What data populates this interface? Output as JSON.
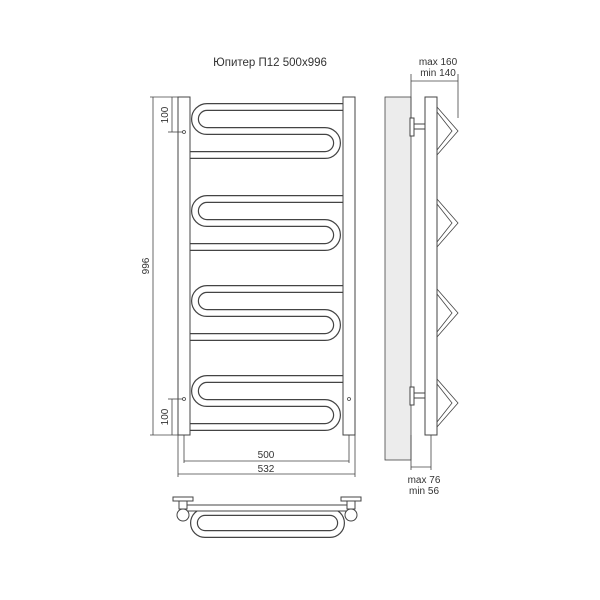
{
  "title": "Юпитер П12 500x996",
  "dimensions": {
    "height_total": "996",
    "top_offset": "100",
    "bottom_offset": "100",
    "width_axis": "500",
    "width_total": "532",
    "depth_max": "max 160",
    "depth_min": "min 140",
    "wall_gap_max": "max 76",
    "wall_gap_min": "min 56"
  }
}
